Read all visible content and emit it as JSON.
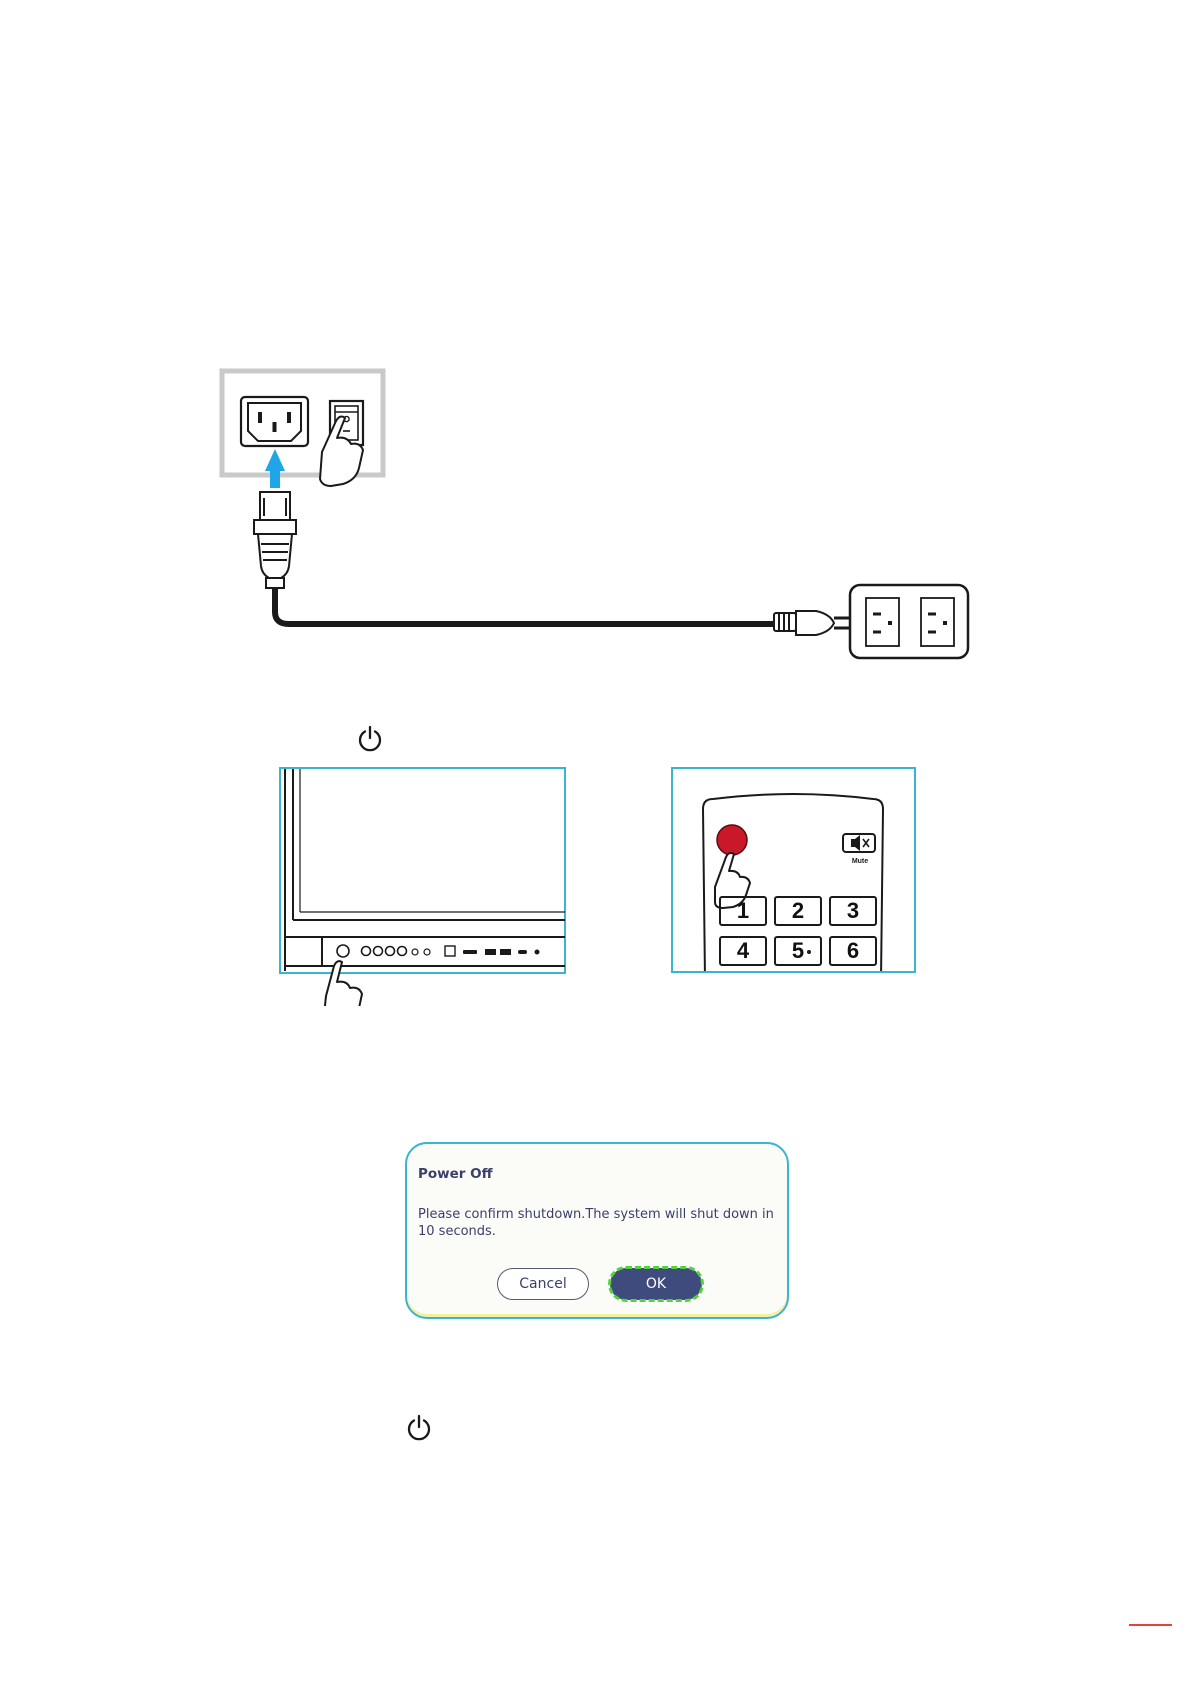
{
  "dialog": {
    "title": "Power Off",
    "message": "Please confirm shutdown.The system will shut down in 10 seconds.",
    "cancel_label": "Cancel",
    "ok_label": "OK"
  },
  "remote": {
    "mute_label": "Mute",
    "keys": [
      "1",
      "2",
      "3",
      "4",
      "5",
      "6"
    ]
  },
  "icons": {
    "power": "power-icon",
    "mute": "mute-icon",
    "hand": "hand-pointer-icon",
    "plug": "power-plug-icon",
    "outlet": "wall-outlet-icon"
  },
  "colors": {
    "panel_border": "#3bb4cf",
    "arrow": "#1ea6e8",
    "power_button": "#c8182a",
    "dialog_ok": "#3f4b7d",
    "focus_outline": "#52d33a",
    "page_accent": "#e0443a"
  }
}
